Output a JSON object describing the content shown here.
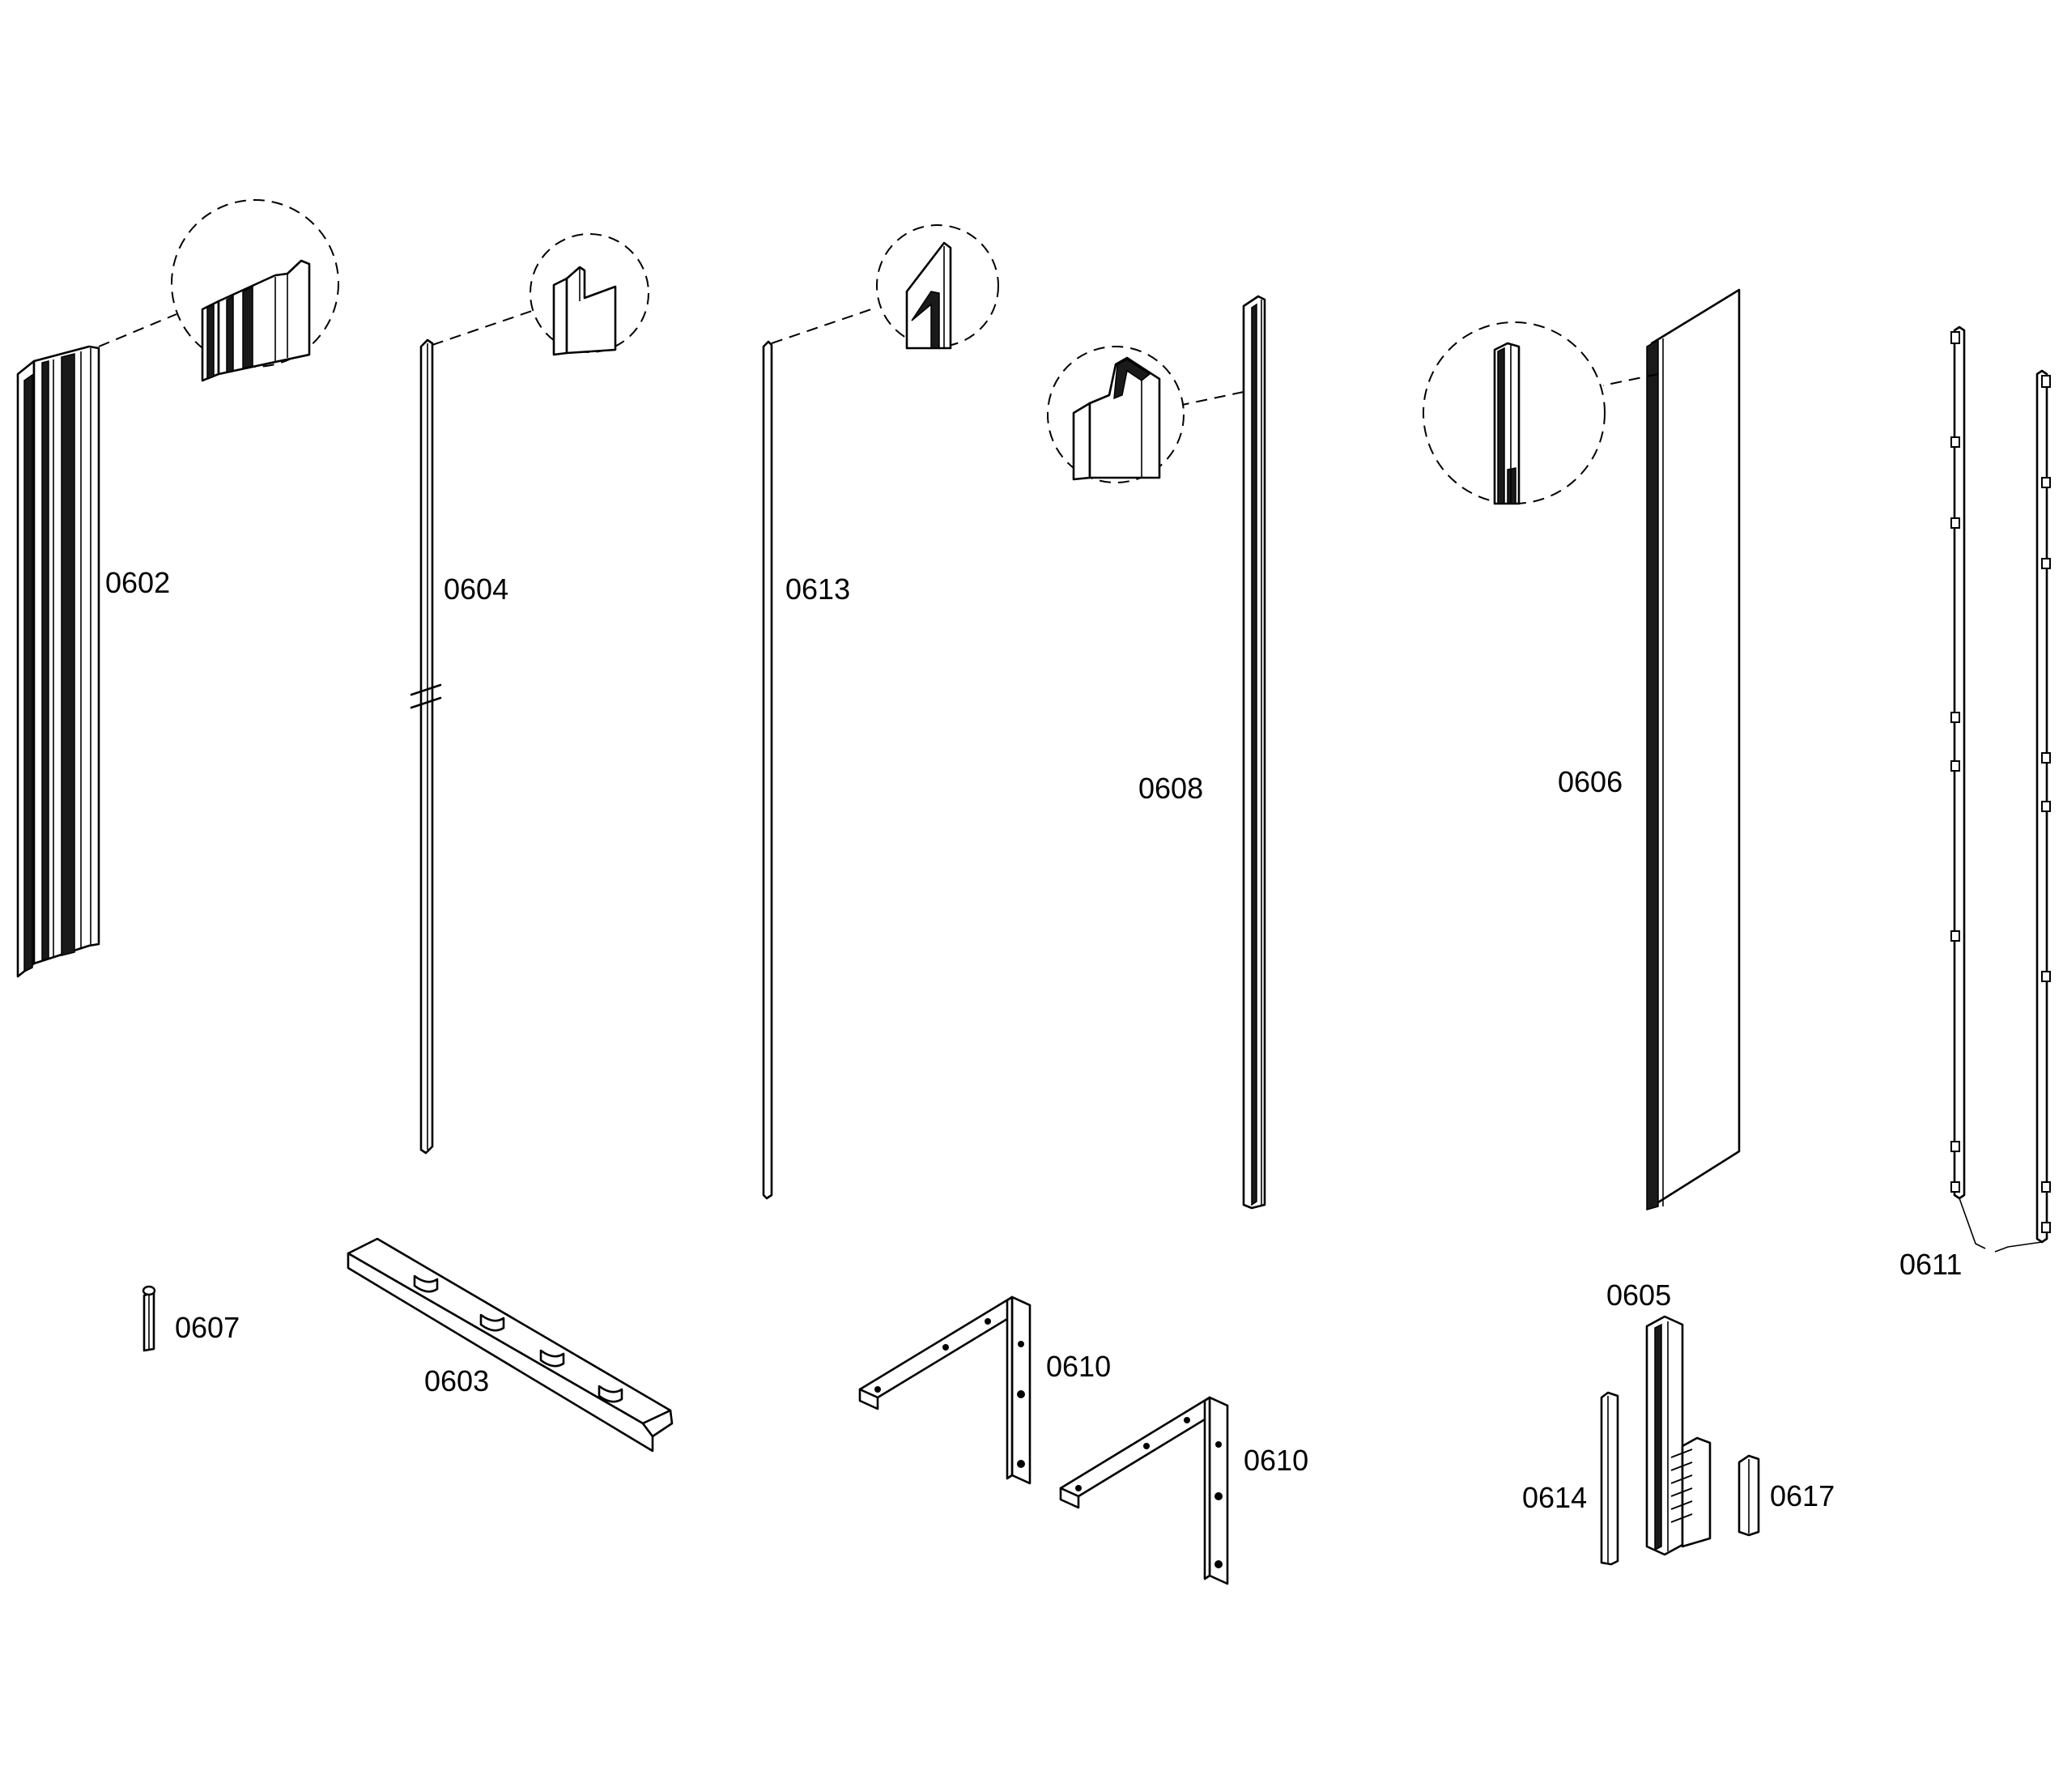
{
  "labels": {
    "p0602": "0602",
    "p0604": "0604",
    "p0613": "0613",
    "p0608": "0608",
    "p0606": "0606",
    "p0611": "0611",
    "p0607": "0607",
    "p0603": "0603",
    "p0610a": "0610",
    "p0610b": "0610",
    "p0605": "0605",
    "p0614": "0614",
    "p0617": "0617"
  }
}
